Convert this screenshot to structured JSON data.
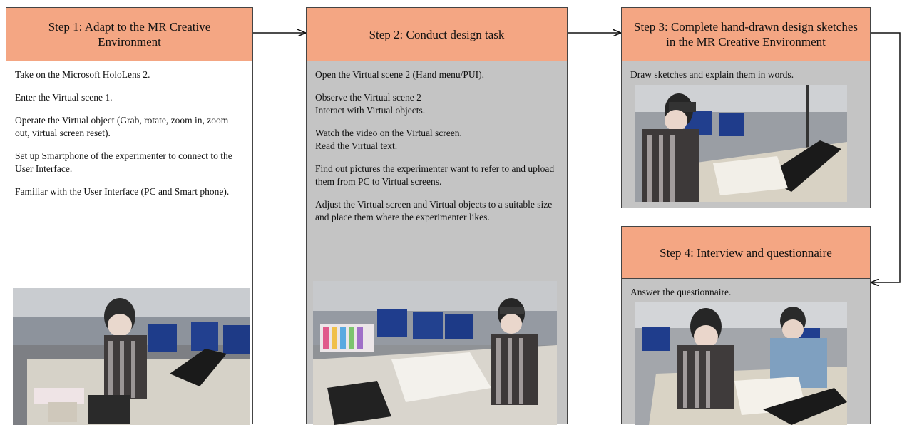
{
  "steps": [
    {
      "title": "Step 1: Adapt to the MR Creative Environment",
      "items": [
        [
          "Take on the Microsoft HoloLens 2."
        ],
        [
          "Enter the Virtual scene 1."
        ],
        [
          "Operate the Virtual object (Grab, rotate, zoom in, zoom out, virtual screen reset)."
        ],
        [
          "Set up  Smartphone of the experimenter to connect to the User Interface."
        ],
        [
          "Familiar with the User Interface (PC and Smart phone)."
        ]
      ]
    },
    {
      "title": "Step 2: Conduct design task",
      "items": [
        [
          "Open the Virtual scene 2 (Hand menu/PUI)."
        ],
        [
          "Observe the Virtual scene 2",
          "Interact with Virtual objects."
        ],
        [
          "Watch the video on the Virtual screen.",
          "Read the Virtual text."
        ],
        [
          "Find out pictures the experimenter want to refer to and upload them from PC to Virtual screens."
        ],
        [
          "Adjust the Virtual screen and Virtual objects to a suitable size and place them where the experimenter likes."
        ]
      ]
    },
    {
      "title": "Step 3: Complete hand-drawn design sketches in the MR Creative Environment",
      "items": [
        [
          "Draw sketches and explain them in words."
        ]
      ]
    },
    {
      "title": "Step 4: Interview and questionnaire",
      "items": [
        [
          "Answer the questionnaire."
        ]
      ]
    }
  ],
  "colors": {
    "header": "#f4a683",
    "panel_gray": "#c4c4c4",
    "border": "#444444"
  }
}
